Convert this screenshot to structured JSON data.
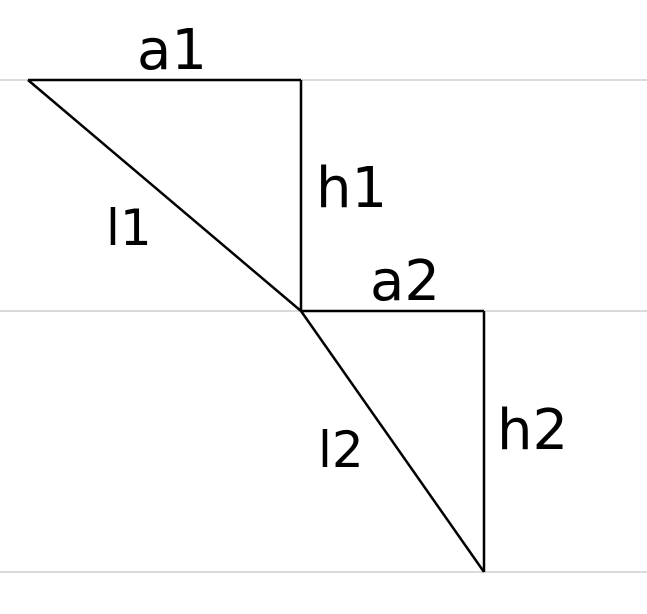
{
  "diagram": {
    "labels": {
      "a1": "a1",
      "h1": "h1",
      "l1": "l1",
      "a2": "a2",
      "h2": "h2",
      "l2": "l2"
    },
    "colors": {
      "stroke": "#000000",
      "guide": "#b4b4b4",
      "background": "#ffffff"
    }
  }
}
